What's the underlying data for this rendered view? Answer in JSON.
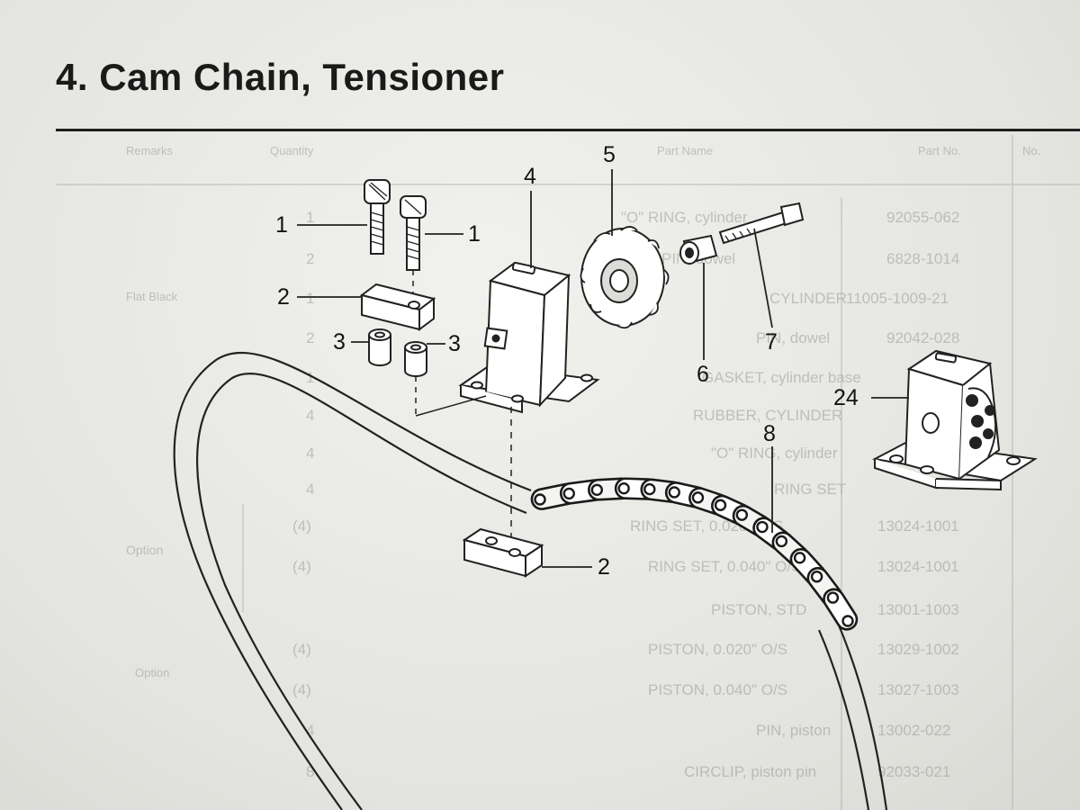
{
  "title": "4.  Cam Chain, Tensioner",
  "callouts": [
    "1",
    "1",
    "2",
    "3",
    "3",
    "4",
    "5",
    "6",
    "7",
    "24",
    "8",
    "2"
  ],
  "ghost_table": {
    "headers": [
      "No.",
      "Part No.",
      "Part Name",
      "Quantity",
      "Remarks"
    ],
    "part_numbers": [
      "92055-062",
      "6828-1014",
      "11005-1009-21",
      "92042-028",
      "",
      "",
      "",
      "",
      "13024-1001",
      "13024-1001",
      "13001-1003",
      "13029-1002",
      "13027-1003",
      "13002-022",
      "92033-021"
    ],
    "part_names": [
      "\"O\" RING, cylinder",
      "PIN, dowel",
      "CYLINDER",
      "PIN, dowel",
      "GASKET, cylinder base",
      "RUBBER, CYLINDER",
      "\"O\" RING, cylinder",
      "RING SET",
      "RING SET, 0.020\" O/S",
      "RING SET, 0.040\" O/S",
      "PISTON, STD",
      "PISTON, 0.020\" O/S",
      "PISTON, 0.040\" O/S",
      "PIN, piston",
      "CIRCLIP, piston pin"
    ],
    "quantities": [
      "1",
      "2",
      "1",
      "2",
      "1",
      "4",
      "4",
      "4",
      "(4)",
      "(4)",
      "",
      "(4)",
      "(4)",
      "4",
      "8"
    ],
    "remarks": [
      "Flat Black",
      "Option",
      "Option"
    ]
  }
}
